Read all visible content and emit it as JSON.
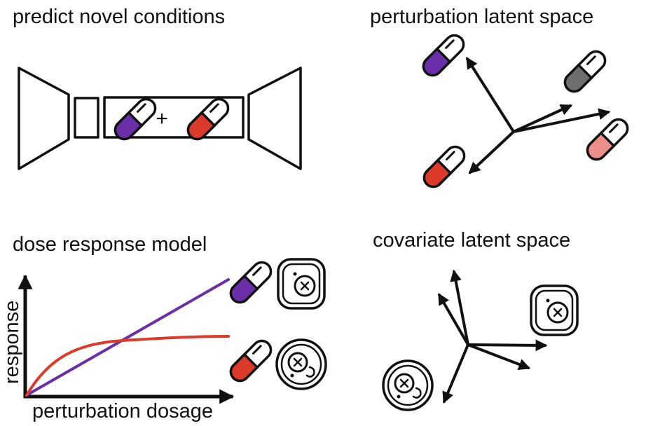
{
  "panels": {
    "top_left": {
      "title": "predict novel conditions",
      "operator": "+"
    },
    "top_right": {
      "title": "perturbation latent space"
    },
    "bottom_left": {
      "title": "dose response model",
      "y_axis_label": "response",
      "x_axis_label": "perturbation dosage"
    },
    "bottom_right": {
      "title": "covariate latent space"
    }
  },
  "colors": {
    "purple": "#6a2fa8",
    "red": "#dc3b2b",
    "gray": "#6e6e6e",
    "pink": "#ec8f8a",
    "ink": "#111111"
  },
  "icons": [
    "pill-capsule-icon",
    "cell-icon",
    "arrow-icon"
  ]
}
